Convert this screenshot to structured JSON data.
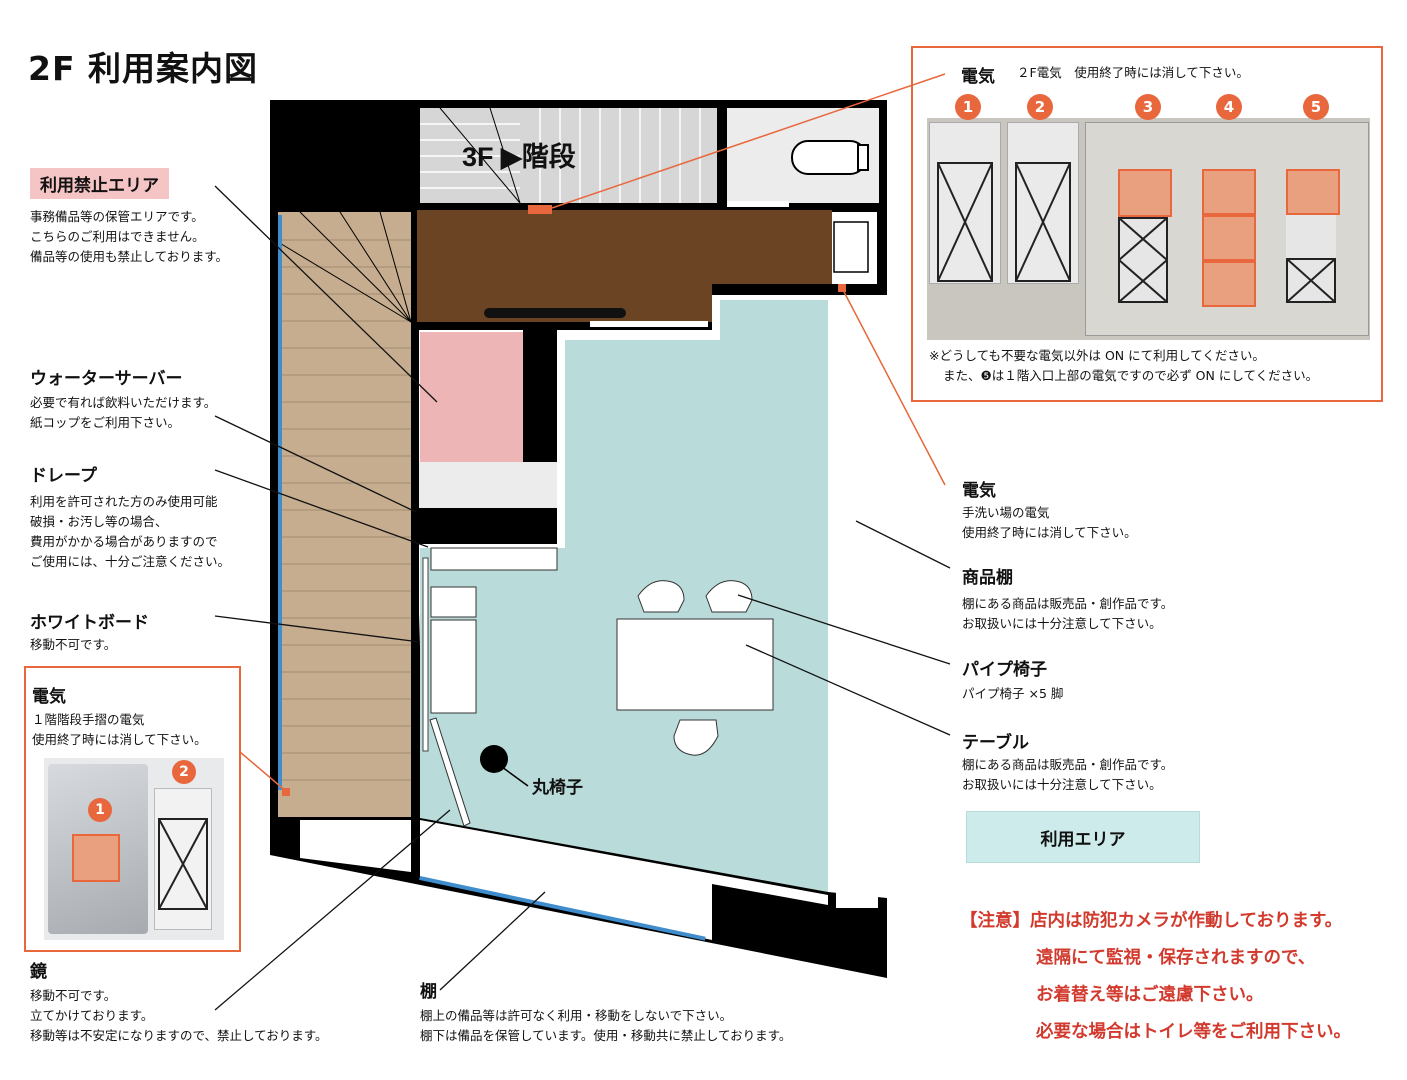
{
  "title": "2F 利用案内図",
  "floor": {
    "stairs_label": "3F ▶階段",
    "round_chair_label": "丸椅子"
  },
  "left": {
    "prohibited": {
      "heading": "利用禁止エリア",
      "lines": [
        "事務備品等の保管エリアです。",
        "こちらのご利用はできません。",
        "備品等の使用も禁止しております。"
      ]
    },
    "water": {
      "heading": "ウォーターサーバー",
      "lines": [
        "必要で有れば飲料いただけます。",
        "紙コップをご利用下さい。"
      ]
    },
    "drape": {
      "heading": "ドレープ",
      "lines": [
        "利用を許可された方のみ使用可能",
        "破損・お汚し等の場合、",
        "費用がかかる場合がありますので",
        "ご使用には、十分ご注意ください。"
      ]
    },
    "whiteboard": {
      "heading": "ホワイトボード",
      "lines": [
        "移動不可です。"
      ]
    },
    "elec": {
      "heading": "電気",
      "lines": [
        "１階階段手摺の電気",
        "使用終了時には消して下さい。"
      ],
      "markers": [
        "1",
        "2"
      ]
    },
    "mirror": {
      "heading": "鏡",
      "lines": [
        "移動不可です。",
        "立てかけております。",
        "移動等は不安定になりますので、禁止しております。"
      ]
    }
  },
  "bottom": {
    "shelf": {
      "heading": "棚",
      "lines": [
        "棚上の備品等は許可なく利用・移動をしないで下さい。",
        "棚下は備品を保管しています。使用・移動共に禁止しております。"
      ]
    }
  },
  "topbox": {
    "heading": "電気",
    "subtitle": "２F電気　使用終了時には消して下さい。",
    "markers": [
      "1",
      "2",
      "3",
      "4",
      "5"
    ],
    "note1": "※どうしても不要な電気以外は ON にて利用してください。",
    "note2": "また、❺は１階入口上部の電気ですので必ず ON にしてください。"
  },
  "right": {
    "elec": {
      "heading": "電気",
      "lines": [
        "手洗い場の電気",
        "使用終了時には消して下さい。"
      ]
    },
    "shelf": {
      "heading": "商品棚",
      "lines": [
        "棚にある商品は販売品・創作品です。",
        "お取扱いには十分注意して下さい。"
      ]
    },
    "chair": {
      "heading": "パイプ椅子",
      "lines": [
        "パイプ椅子 ×5 脚"
      ]
    },
    "table": {
      "heading": "テーブル",
      "lines": [
        "棚にある商品は販売品・創作品です。",
        "お取扱いには十分注意して下さい。"
      ]
    }
  },
  "legend": {
    "label": "利用エリア"
  },
  "warning": [
    "【注意】店内は防犯カメラが作動しております。",
    "遠隔にて監視・保存されますので、",
    "お着替え等はご遠慮下さい。",
    "必要な場合はトイレ等をご利用下さい。"
  ],
  "colors": {
    "accent": "#e8673c",
    "usable_area": "#b9dbd9",
    "prohibited": "#edb5b6",
    "storage": "#6b4424",
    "stair": "#c6ad8f",
    "warning_text": "#d23a2e",
    "wall": "#000000"
  }
}
